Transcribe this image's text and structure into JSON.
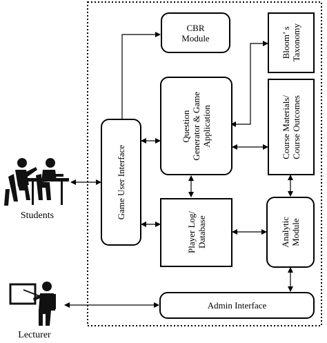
{
  "nodes": {
    "cbr_module": "CBR\nModule",
    "blooms_taxonomy": "Bloom’ s\nTaxonomy",
    "question_generator": "Question\nGenerator & Game\nApplication",
    "course_materials": "Course Materials/\nCourse Outcomes",
    "game_user_interface": "Game User Interface",
    "player_log_database": "Player Log/\nDatabase",
    "analytic_module": "Analytic\nModule",
    "admin_interface": "Admin Interface"
  },
  "actors": {
    "students": "Students",
    "lecturer": "Lecturer"
  }
}
